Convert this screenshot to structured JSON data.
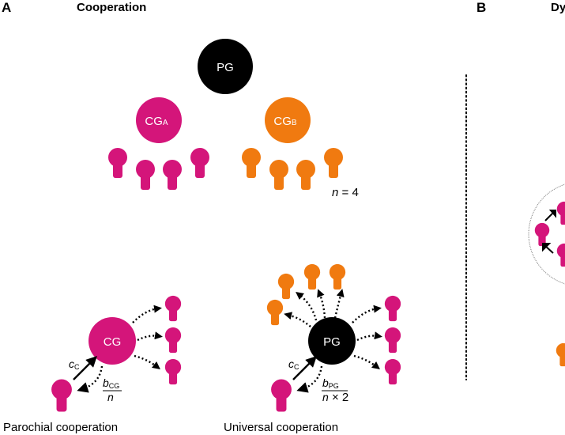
{
  "colors": {
    "group_a": "#d4157a",
    "group_b": "#f07a10",
    "public_good": "#000000",
    "text": "#000000",
    "background": "#ffffff"
  },
  "panel_a": {
    "letter": "A",
    "title": "Cooperation",
    "nodes": {
      "pg": "PG",
      "cg_a_main": "CG",
      "cg_a_sub": "A",
      "cg_b_main": "CG",
      "cg_b_sub": "B"
    },
    "group_size_label": "n = 4",
    "group_size_var": "n",
    "group_size_rest": " = 4",
    "parochial": {
      "node": "CG",
      "cost_main": "c",
      "cost_sub": "C",
      "benefit_num_main": "b",
      "benefit_num_sub": "CG",
      "benefit_den": "n",
      "caption": "Parochial cooperation"
    },
    "universal": {
      "node": "PG",
      "cost_main": "c",
      "cost_sub": "C",
      "benefit_num_main": "b",
      "benefit_num_sub": "PG",
      "benefit_den_var": "n",
      "benefit_den_rest": " × 2",
      "caption": "Universal cooperation"
    }
  },
  "panel_b": {
    "letter": "B",
    "title_partial": "Dy"
  },
  "icons": {
    "person": "keyhole-person-icon",
    "arrow_solid": "solid-arrow-icon",
    "arrow_dotted": "dotted-arrow-icon"
  }
}
